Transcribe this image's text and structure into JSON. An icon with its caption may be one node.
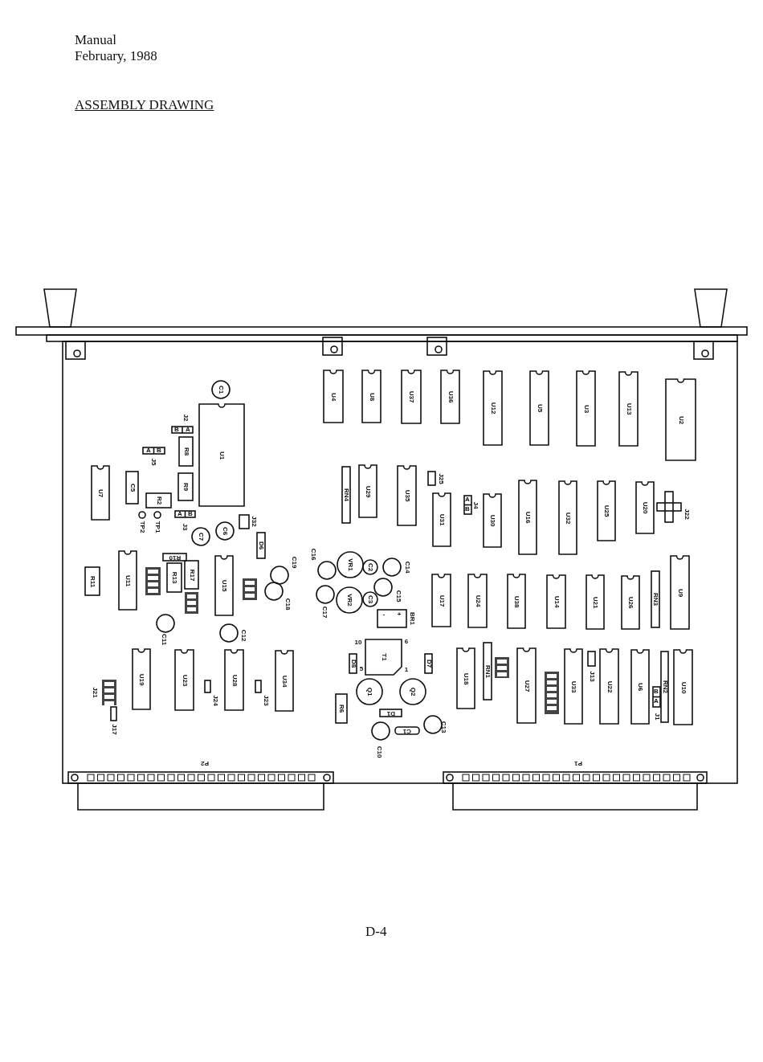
{
  "diagram": {
    "title": "ASSEMBLY DRAWING",
    "labels": [
      "Manual",
      "February, 1988",
      "U4",
      "U8",
      "U37",
      "U36",
      "U12",
      "U5",
      "U3",
      "U13",
      "U2",
      "C1",
      "U1",
      "J2",
      "B",
      "A",
      "J5",
      "A",
      "B",
      "R8",
      "R9",
      "U7",
      "C5",
      "R2",
      "TP2",
      "TP1",
      "J3",
      "A",
      "B",
      "C7",
      "C6",
      "J32",
      "D6",
      "RN4",
      "U29",
      "U35",
      "J25",
      "U31",
      "J4",
      "A",
      "B",
      "U30",
      "U16",
      "U32",
      "U25",
      "U20",
      "J22",
      "U11",
      "R10",
      "R11",
      "R13",
      "R17",
      "U15",
      "C19",
      "C18",
      "C16",
      "VR1",
      "C2",
      "C14",
      "C17",
      "VR2",
      "C3",
      "C15",
      "BR1",
      "-",
      "+",
      "U17",
      "U24",
      "U38",
      "U14",
      "U21",
      "U26",
      "RN3",
      "U9",
      "C11",
      "C12",
      "T1",
      "10",
      "6",
      "5",
      "1",
      "D8",
      "D7",
      "U18",
      "RN1",
      "U27",
      "U33",
      "J13",
      "U22",
      "U6",
      "RN2",
      "J1",
      "B",
      "A",
      "U10",
      "U19",
      "U23",
      "U28",
      "U34",
      "J24",
      "J23",
      "J21",
      "J17",
      "Q1",
      "Q2",
      "R6",
      "D1",
      "C10",
      "C1",
      "C13",
      "P2",
      "P1",
      "D-4"
    ]
  }
}
